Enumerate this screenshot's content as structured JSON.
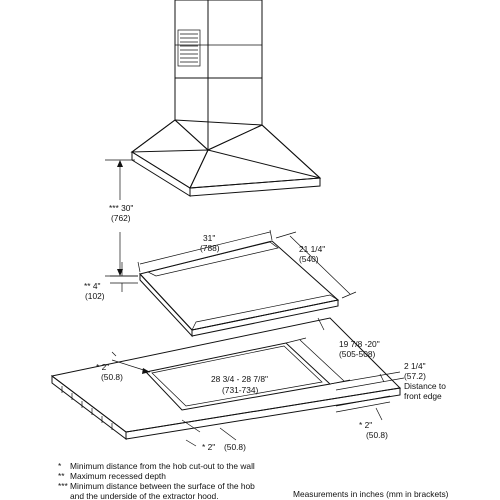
{
  "dimensions": {
    "hood_height": "*** 30\"",
    "hood_height_mm": "(762)",
    "hob_width": "31\"",
    "hob_width_mm": "(788)",
    "hob_depth": "21 1/4\"",
    "hob_depth_mm": "(540)",
    "recess_depth": "** 4\"",
    "recess_depth_mm": "(102)",
    "cutout_depth": "19 7/8 -20\"",
    "cutout_depth_mm": "(505-508)",
    "side_clearance_left": "* 2\"",
    "side_clearance_left_mm": "(50.8)",
    "cutout_width": "28 3/4 - 28 7/8\"",
    "cutout_width_mm": "(731-734)",
    "front_distance": "2 1/4\"",
    "front_distance_mm": "(57.2)",
    "front_distance_label_1": "Distance to",
    "front_distance_label_2": "front edge",
    "front_clearance": "* 2\"",
    "front_clearance_mm": "(50.8)",
    "rear_clearance": "* 2\"",
    "rear_clearance_mm": "(50.8)"
  },
  "notes": [
    {
      "mark": "*",
      "text": "Minimum distance from the hob cut-out to the wall"
    },
    {
      "mark": "**",
      "text": "Maximum recessed depth"
    },
    {
      "mark": "***",
      "text": "Minimum distance between the surface of the hob"
    },
    {
      "mark": "",
      "text": "and the underside of the extractor hood."
    }
  ],
  "measurement_note": "Measurements in inches (mm in brackets)"
}
